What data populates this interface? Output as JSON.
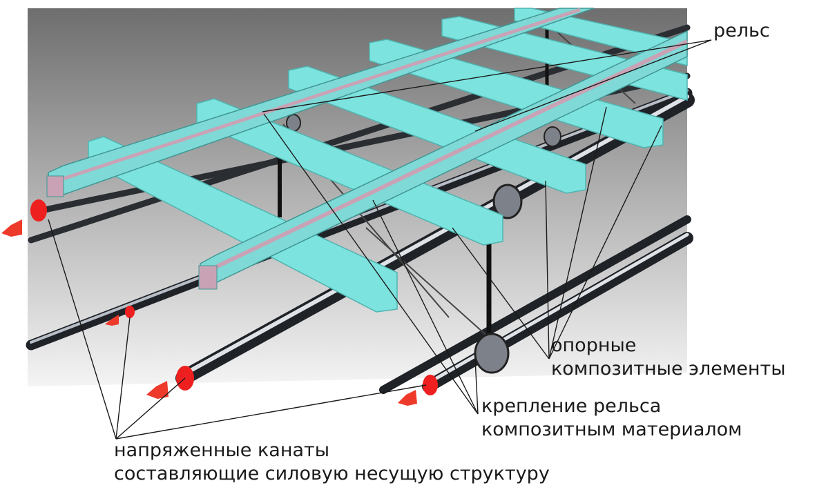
{
  "labels": {
    "rail": "рельс",
    "support_line1": "опорные",
    "support_line2": "композитные элементы",
    "fastening_line1": "крепление рельса",
    "fastening_line2": "композитным материалом",
    "cables_line1": "напряженные канаты",
    "cables_line2": "составляющие силовую несущую структуру"
  },
  "colors": {
    "sleeper": "#7de3df",
    "rail_body": "#7fd9d6",
    "rail_groove": "#c9a3b5",
    "cable": "#3c4046",
    "cable_highlight": "#d9dde3",
    "cable_end": "#ee1f1f",
    "arrow": "#ee3a2a"
  }
}
